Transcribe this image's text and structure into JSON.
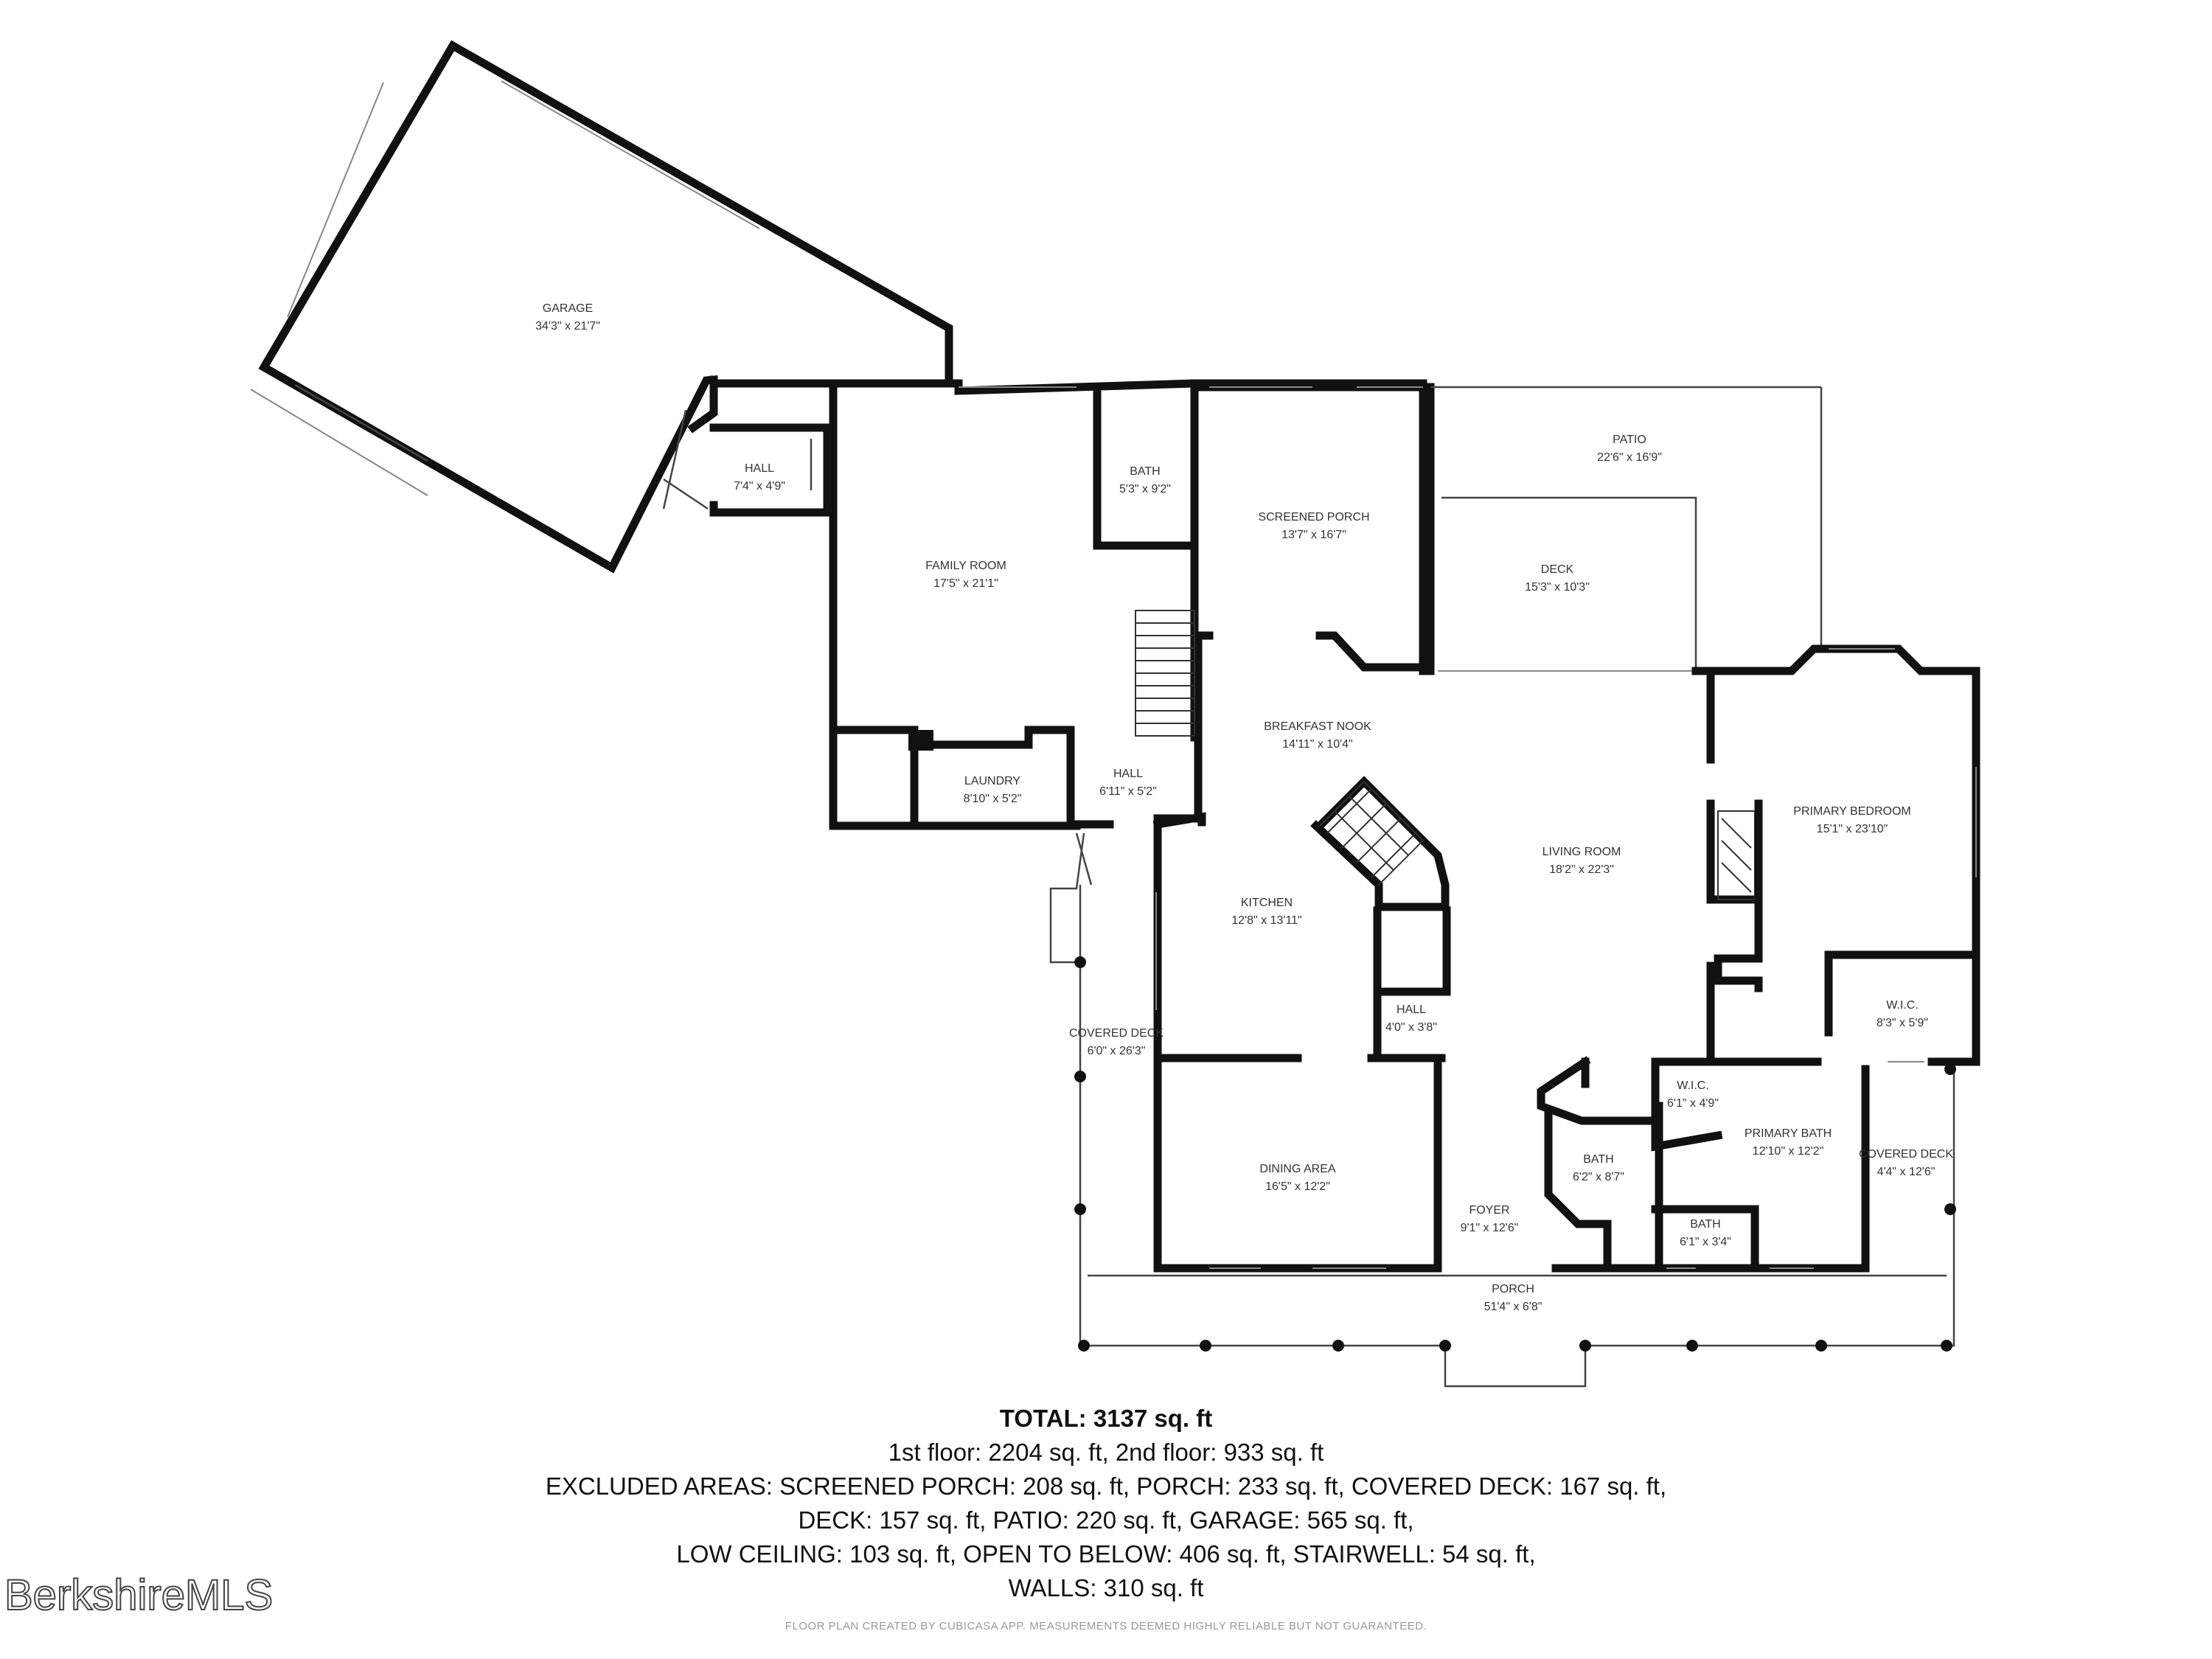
{
  "rooms": [
    {
      "name": "GARAGE",
      "dim": "34'3\" x 21'7\""
    },
    {
      "name": "HALL",
      "dim": "7'4\" x 4'9\""
    },
    {
      "name": "FAMILY ROOM",
      "dim": "17'5\" x 21'1\""
    },
    {
      "name": "BATH",
      "dim": "5'3\" x 9'2\""
    },
    {
      "name": "SCREENED PORCH",
      "dim": "13'7\" x 16'7\""
    },
    {
      "name": "PATIO",
      "dim": "22'6\" x 16'9\""
    },
    {
      "name": "DECK",
      "dim": "15'3\" x 10'3\""
    },
    {
      "name": "BREAKFAST NOOK",
      "dim": "14'11\" x 10'4\""
    },
    {
      "name": "LAUNDRY",
      "dim": "8'10\" x 5'2\""
    },
    {
      "name": "HALL",
      "dim": "6'11\" x 5'2\""
    },
    {
      "name": "PRIMARY BEDROOM",
      "dim": "15'1\" x 23'10\""
    },
    {
      "name": "LIVING ROOM",
      "dim": "18'2\" x 22'3\""
    },
    {
      "name": "KITCHEN",
      "dim": "12'8\" x 13'11\""
    },
    {
      "name": "HALL",
      "dim": "4'0\" x 3'8\""
    },
    {
      "name": "W.I.C.",
      "dim": "8'3\" x 5'9\""
    },
    {
      "name": "COVERED DECK",
      "dim": "6'0\" x 26'3\""
    },
    {
      "name": "W.I.C.",
      "dim": "6'1\" x 4'9\""
    },
    {
      "name": "PRIMARY BATH",
      "dim": "12'10\" x 12'2\""
    },
    {
      "name": "COVERED DECK",
      "dim": "4'4\" x 12'6\""
    },
    {
      "name": "BATH",
      "dim": "6'2\" x 8'7\""
    },
    {
      "name": "DINING AREA",
      "dim": "16'5\" x 12'2\""
    },
    {
      "name": "FOYER",
      "dim": "9'1\" x 12'6\""
    },
    {
      "name": "BATH",
      "dim": "6'1\" x 3'4\""
    },
    {
      "name": "PORCH",
      "dim": "51'4\" x 6'8\""
    }
  ],
  "summary": {
    "total": "TOTAL: 3137 sq. ft",
    "lines": [
      "1st floor: 2204 sq. ft, 2nd floor: 933 sq. ft",
      "EXCLUDED AREAS: SCREENED PORCH: 208 sq. ft, PORCH: 233 sq. ft, COVERED DECK: 167 sq. ft,",
      "DECK: 157 sq. ft, PATIO: 220 sq. ft, GARAGE: 565 sq. ft,",
      "LOW CEILING: 103 sq. ft, OPEN TO BELOW: 406 sq. ft, STAIRWELL: 54 sq. ft,",
      "WALLS: 310 sq. ft"
    ]
  },
  "watermark": "BerkshireMLS",
  "credit": "FLOOR PLAN CREATED BY CUBICASA APP. MEASUREMENTS DEEMED HIGHLY RELIABLE BUT NOT GUARANTEED.",
  "colors": {
    "wall": "#111111",
    "text": "#333333",
    "background": "#ffffff"
  }
}
